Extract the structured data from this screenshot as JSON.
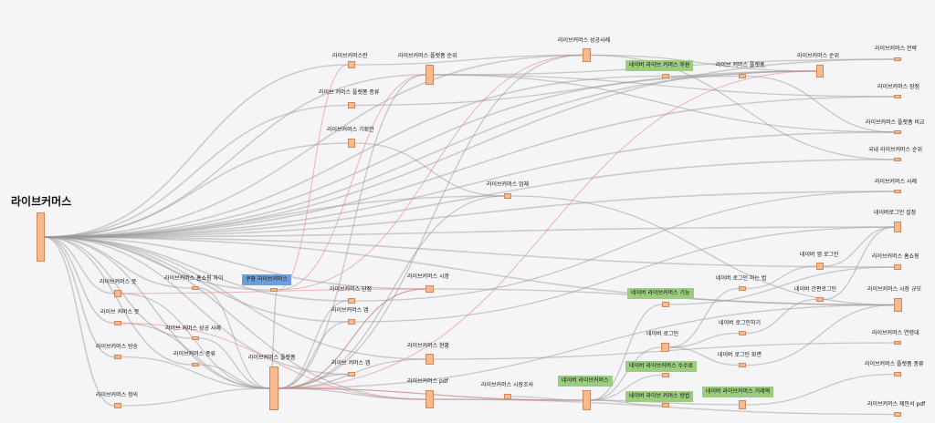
{
  "diagram": {
    "root": {
      "label": "라이브커머스"
    },
    "nodes": [
      {
        "id": "n1",
        "label": "라이브커머스란"
      },
      {
        "id": "n2",
        "label": "라이브 커머스 플랫폼 종류"
      },
      {
        "id": "n3",
        "label": "라이브커머스 기획안"
      },
      {
        "id": "n4",
        "label": "라이브커머스 플랫폼 순위"
      },
      {
        "id": "n5",
        "label": "라이브커머스 성공사례"
      },
      {
        "id": "n6",
        "label": "네이버 라이브 커머스 후원"
      },
      {
        "id": "n7",
        "label": "라이브 커머스 플랫폼"
      },
      {
        "id": "n8",
        "label": "라이브커머스 순위"
      },
      {
        "id": "n9",
        "label": "라이브커머스 업체"
      },
      {
        "id": "n10",
        "label": "라이브커머스 뜻"
      },
      {
        "id": "n11",
        "label": "라이브커머스 홈쇼핑 차이"
      },
      {
        "id": "n12",
        "label": "쿠팡 라이브커머스"
      },
      {
        "id": "n13",
        "label": "라이브 커머스 뜻"
      },
      {
        "id": "n14",
        "label": "라이브 커머스 성공 사례"
      },
      {
        "id": "n15",
        "label": "라이브커머스 방송"
      },
      {
        "id": "n16",
        "label": "라이브커머스 종류"
      },
      {
        "id": "n17",
        "label": "라이브커머스 정의"
      },
      {
        "id": "n18",
        "label": "라이브커머스 플랫폼"
      },
      {
        "id": "n19",
        "label": "라이브커머스 단점"
      },
      {
        "id": "n20",
        "label": "라이브커머스 앱"
      },
      {
        "id": "n21",
        "label": "라이브 커머스 앱"
      },
      {
        "id": "n22",
        "label": "라이브커머스 시장"
      },
      {
        "id": "n23",
        "label": "라이브커머스 현황"
      },
      {
        "id": "n24",
        "label": "라이브커머스 pdf"
      },
      {
        "id": "n25",
        "label": "라이브커머스 시장조사"
      },
      {
        "id": "n26",
        "label": "네이버 라이브커머스"
      },
      {
        "id": "n27",
        "label": "네이버 라이브커머스 기능"
      },
      {
        "id": "n28",
        "label": "네이버 로그인"
      },
      {
        "id": "n29",
        "label": "네이버 라이브커머스 수수료"
      },
      {
        "id": "n30",
        "label": "네이버 라이브 커머스 방법"
      },
      {
        "id": "n31",
        "label": "네이버 라이브커머스 거래액"
      },
      {
        "id": "n32",
        "label": "네이버 로그인 하는 법"
      },
      {
        "id": "n33",
        "label": "네이버 로그인하기"
      },
      {
        "id": "n34",
        "label": "네이버 로그인 화면"
      },
      {
        "id": "n35",
        "label": "네이버 앱 로그인"
      },
      {
        "id": "n36",
        "label": "네이버 간편로그인"
      },
      {
        "id": "n37",
        "label": "라이브커머스 전략"
      },
      {
        "id": "n38",
        "label": "라이브커머스 장점"
      },
      {
        "id": "n39",
        "label": "라이브커머스 플랫폼 비교"
      },
      {
        "id": "n40",
        "label": "국내 라이브커머스 순위"
      },
      {
        "id": "n41",
        "label": "라이브커머스 사례"
      },
      {
        "id": "n42",
        "label": "네이버로그인 설정"
      },
      {
        "id": "n43",
        "label": "라이브커머스 홈쇼핑"
      },
      {
        "id": "n44",
        "label": "라이브커머스 시장 규모"
      },
      {
        "id": "n45",
        "label": "라이브커머스 연령대"
      },
      {
        "id": "n46",
        "label": "라이브커머스 플랫폼 종류"
      },
      {
        "id": "n47",
        "label": "라이브커머스 제안서 pdf"
      }
    ],
    "colors": {
      "node_fill": "#f7b98d",
      "node_border": "#cc8a5c",
      "link_gray": "#9a9a9a",
      "link_red": "#e87b7b",
      "highlight_green": "#9ccc7e",
      "highlight_blue": "#6f9fd6"
    }
  }
}
